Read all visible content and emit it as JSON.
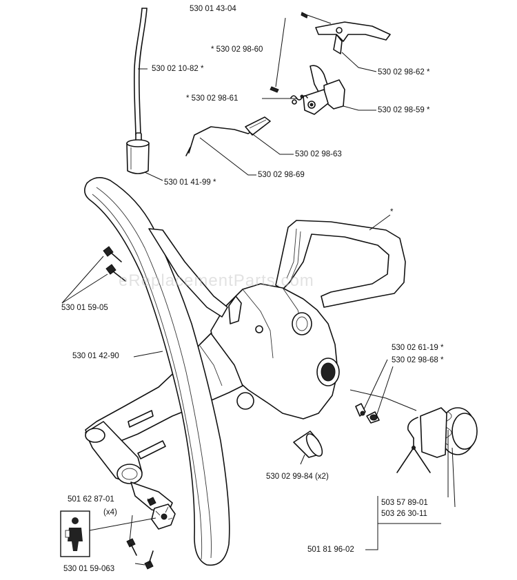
{
  "watermark": "eReplacementParts.com",
  "labels": [
    {
      "id": "p1",
      "text": "530 01 43-04"
    },
    {
      "id": "p2",
      "text": "* 530 02 98-60"
    },
    {
      "id": "p3",
      "text": "530 02 10-82 *"
    },
    {
      "id": "p4",
      "text": "530 02 98-62 *"
    },
    {
      "id": "p5",
      "text": "* 530 02 98-61"
    },
    {
      "id": "p6",
      "text": "530 02 98-59 *"
    },
    {
      "id": "p7",
      "text": "530 02 98-63"
    },
    {
      "id": "p8",
      "text": "530 02 98-69"
    },
    {
      "id": "p9",
      "text": "530 01 41-99 *"
    },
    {
      "id": "p10",
      "text": "*"
    },
    {
      "id": "p11",
      "text": "530 01 59-05"
    },
    {
      "id": "p12",
      "text": "530 01 42-90"
    },
    {
      "id": "p13",
      "text": "530 02 61-19 *"
    },
    {
      "id": "p14",
      "text": "530 02 98-68 *"
    },
    {
      "id": "p15",
      "text": "530 02 99-84 (x2)"
    },
    {
      "id": "p16",
      "text": "501 62 87-01"
    },
    {
      "id": "p17",
      "text": "(x4)"
    },
    {
      "id": "p18",
      "text": "503 57 89-01"
    },
    {
      "id": "p19",
      "text": "503 26 30-11"
    },
    {
      "id": "p20",
      "text": "501 81 96-02"
    },
    {
      "id": "p21",
      "text": "530 01 59-063"
    }
  ]
}
